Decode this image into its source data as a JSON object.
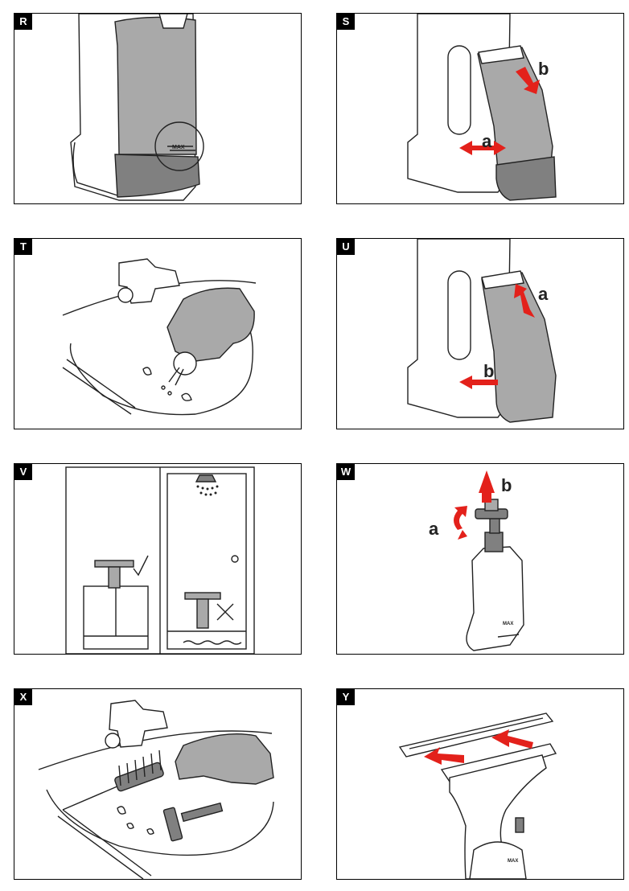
{
  "panels": {
    "R": {
      "tag": "R"
    },
    "S": {
      "tag": "S",
      "label_a": "a",
      "label_b": "b"
    },
    "T": {
      "tag": "T"
    },
    "U": {
      "tag": "U",
      "label_a": "a",
      "label_b": "b"
    },
    "V": {
      "tag": "V"
    },
    "W": {
      "tag": "W",
      "label_a": "a",
      "label_b": "b"
    },
    "X": {
      "tag": "X"
    },
    "Y": {
      "tag": "Y"
    }
  },
  "colors": {
    "arrow": "#e3211b",
    "tank": "#a9a9a9",
    "tank_dark": "#808080"
  },
  "icons": {
    "check": "checkmark-icon",
    "cross": "cross-icon",
    "shower": "shower-icon"
  }
}
